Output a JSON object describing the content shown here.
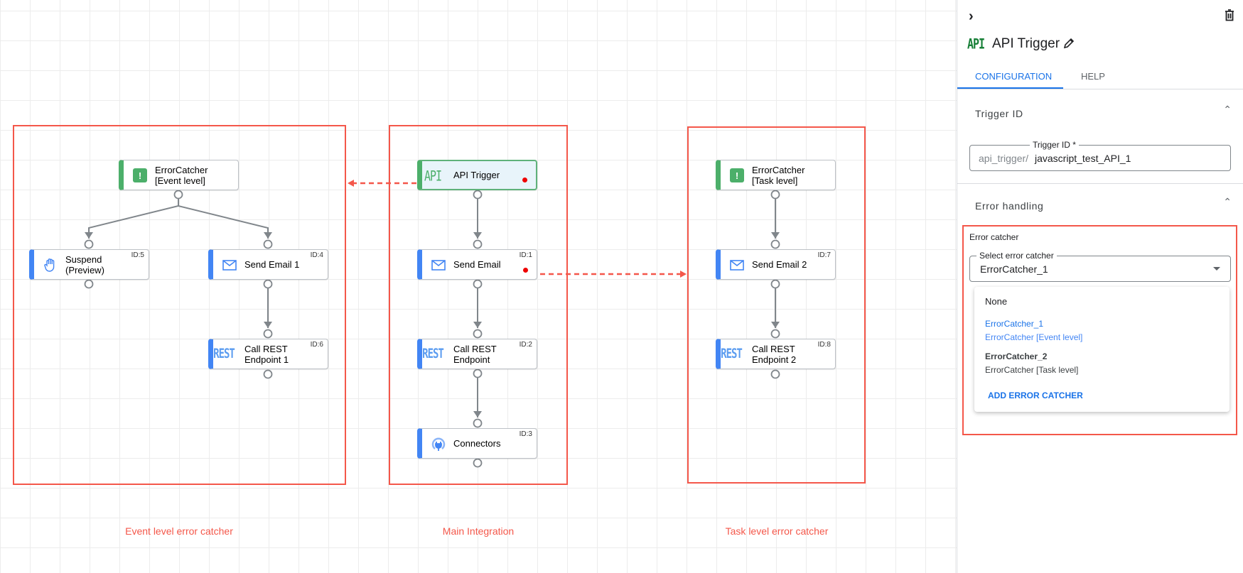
{
  "canvas": {
    "groups": [
      {
        "label": "Event level error catcher"
      },
      {
        "label": "Main Integration"
      },
      {
        "label": "Task level error catcher"
      }
    ],
    "nodes": {
      "ec_event": {
        "line1": "ErrorCatcher",
        "line2": "[Event level]",
        "icon": "error-catcher-icon"
      },
      "suspend": {
        "line1": "Suspend",
        "line2": "(Preview)",
        "id": "ID:5",
        "icon": "hand-icon"
      },
      "email1": {
        "line1": "Send Email 1",
        "id": "ID:4",
        "icon": "mail-icon"
      },
      "rest1": {
        "line1": "Call REST",
        "line2": "Endpoint 1",
        "id": "ID:6",
        "icon": "REST"
      },
      "trigger": {
        "line1": "API Trigger",
        "icon": "API"
      },
      "email": {
        "line1": "Send Email",
        "id": "ID:1",
        "icon": "mail-icon"
      },
      "rest": {
        "line1": "Call REST",
        "line2": "Endpoint",
        "id": "ID:2",
        "icon": "REST"
      },
      "connectors": {
        "line1": "Connectors",
        "id": "ID:3",
        "icon": "connector-plug-icon"
      },
      "ec_task": {
        "line1": "ErrorCatcher",
        "line2": "[Task level]",
        "icon": "error-catcher-icon"
      },
      "email2": {
        "line1": "Send Email 2",
        "id": "ID:7",
        "icon": "mail-icon"
      },
      "rest2": {
        "line1": "Call REST",
        "line2": "Endpoint 2",
        "id": "ID:8",
        "icon": "REST"
      }
    },
    "icon_text": {
      "api": "API",
      "rest": "REST",
      "error": "!"
    }
  },
  "panel": {
    "title": "API Trigger",
    "title_icon": "API",
    "tabs": [
      {
        "label": "CONFIGURATION",
        "active": true
      },
      {
        "label": "HELP",
        "active": false
      }
    ],
    "trigger_section": {
      "title": "Trigger ID",
      "field_label": "Trigger ID *",
      "prefix": "api_trigger/",
      "value": "javascript_test_API_1"
    },
    "error_section": {
      "title": "Error handling",
      "subtitle": "Error catcher",
      "select_label": "Select error catcher",
      "select_value": "ErrorCatcher_1",
      "options": [
        {
          "name": "None"
        },
        {
          "name": "ErrorCatcher_1",
          "desc": "ErrorCatcher [Event level]",
          "selected": true
        },
        {
          "name": "ErrorCatcher_2",
          "desc": "ErrorCatcher [Task level]"
        }
      ],
      "add_label": "ADD ERROR CATCHER"
    }
  },
  "colors": {
    "accent": "#1a73e8",
    "highlight": "#f4574a",
    "task_blue": "#4285f4",
    "trigger_green": "#4caf6a"
  }
}
